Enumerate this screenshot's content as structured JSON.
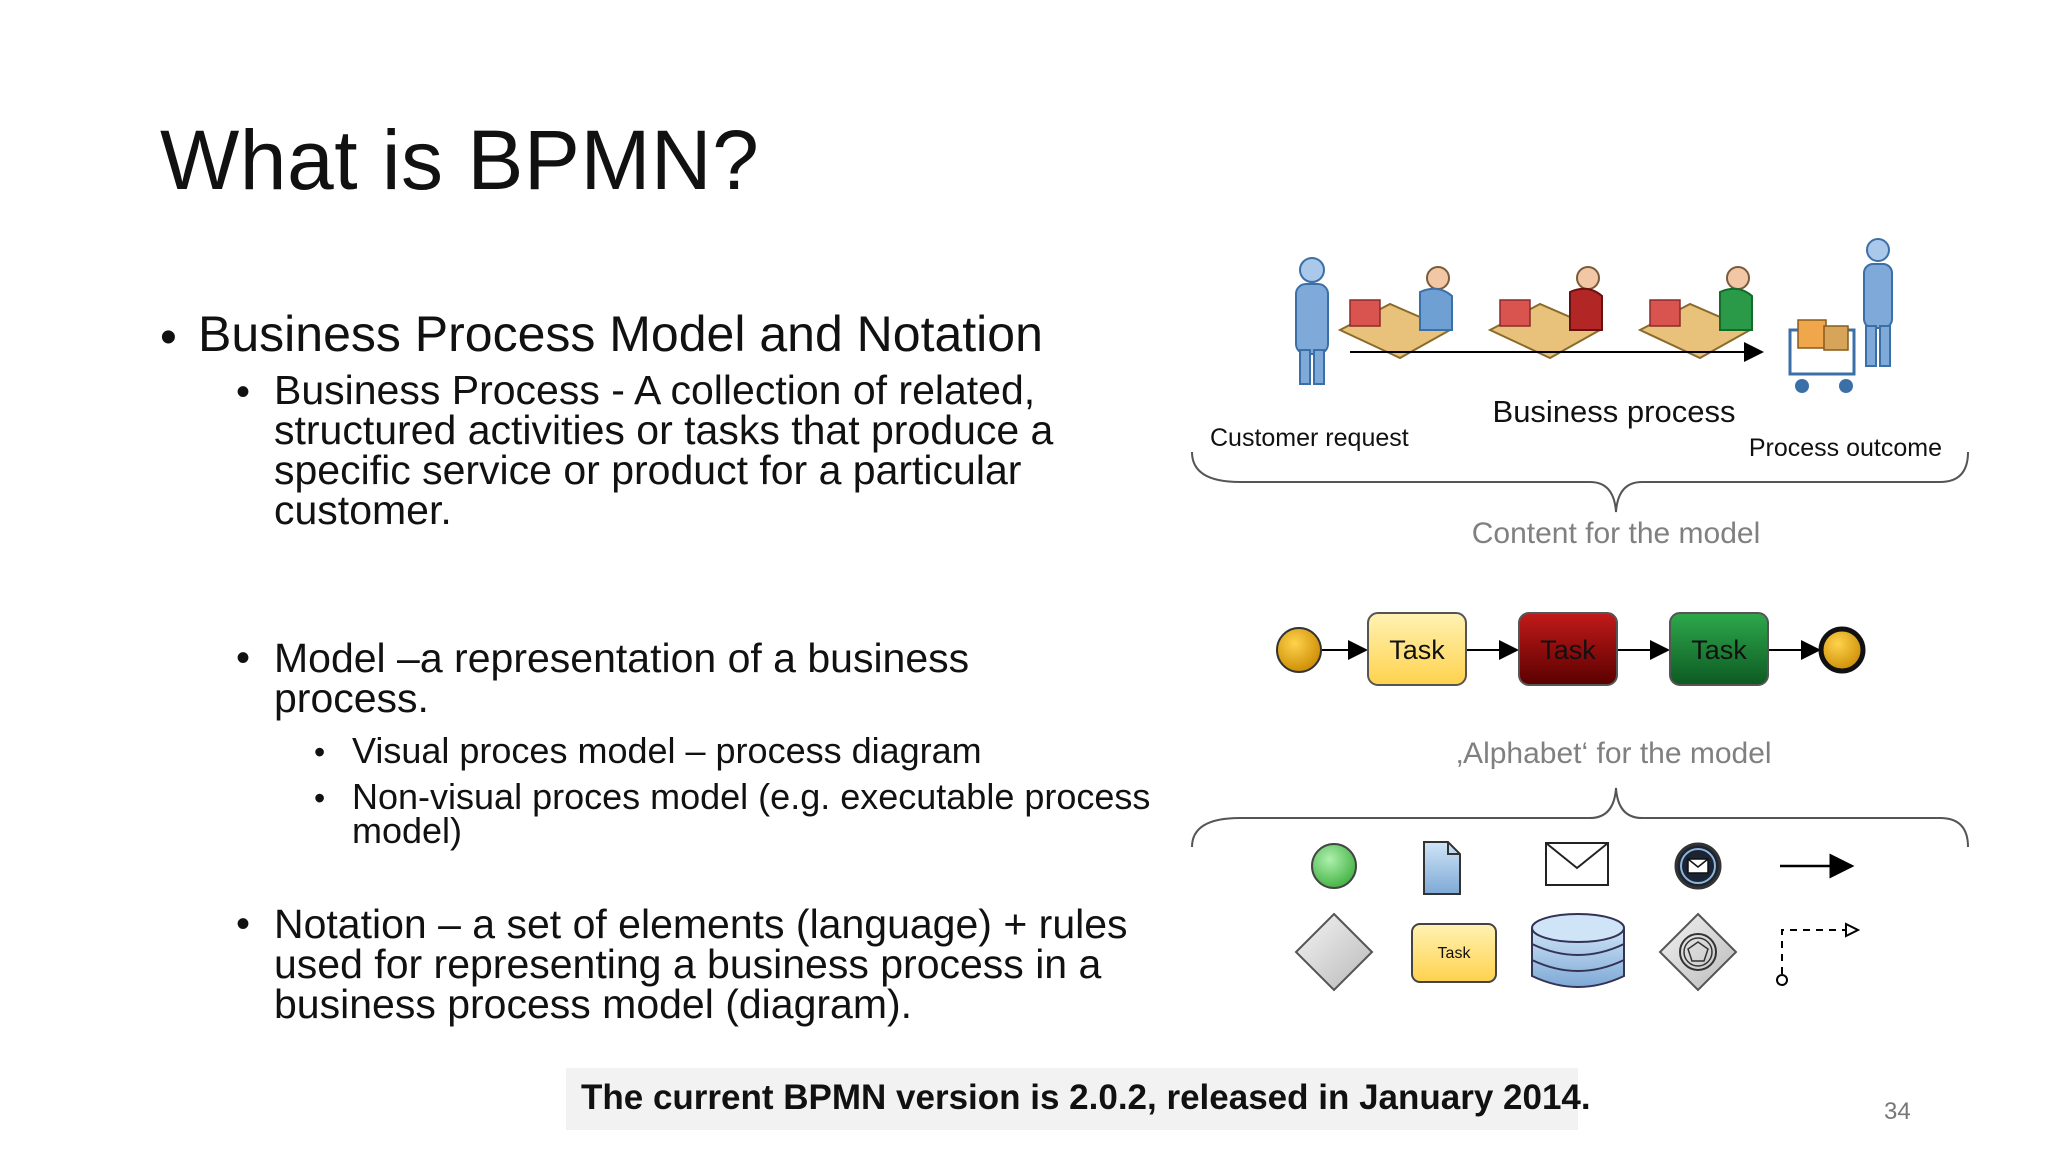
{
  "slide": {
    "title": "What is BPMN?",
    "page_number": "34",
    "banner": "The current BPMN version is 2.0.2, released in January 2014."
  },
  "bullets": {
    "main": "Business Process Model and Notation",
    "business_process": [
      "Business Process - A collection of related,",
      "structured activities or tasks that produce a",
      "specific service or product for a particular",
      "customer."
    ],
    "model": [
      "Model –a representation of a business",
      "process."
    ],
    "model_sub": [
      [
        "Visual proces model – process diagram"
      ],
      [
        "Non-visual proces model (e.g. executable process",
        "model)"
      ]
    ],
    "notation": [
      "Notation – a set of elements (language) + rules",
      "used for representing a business process in a",
      "business process model (diagram)."
    ]
  },
  "diagram": {
    "customer_request": "Customer request",
    "business_process": "Business process",
    "process_outcome": "Process outcome",
    "content_label": "Content for the model",
    "alphabet_label": "‚Alphabet‘ for the model",
    "tasks": [
      "Task",
      "Task",
      "Task"
    ],
    "small_task": "Task",
    "colors": {
      "task1": "#ffd966",
      "task2": "#8b0000",
      "task3": "#1e7b34",
      "event": "#e6a817",
      "start_green": "#66cc66",
      "caption_gray": "#808080"
    }
  }
}
